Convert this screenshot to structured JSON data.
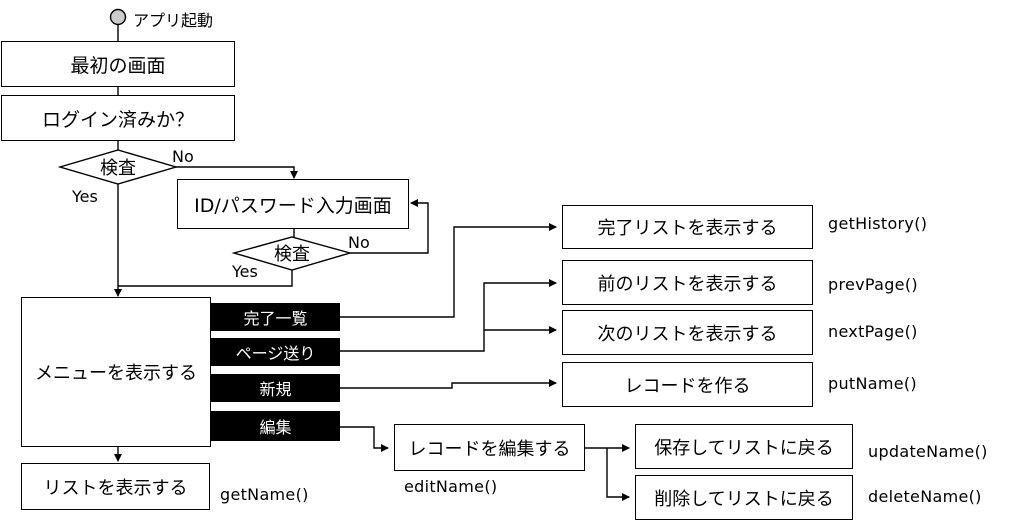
{
  "start": "アプリ起動",
  "boxes": {
    "first_screen": "最初の画面",
    "logged_in_check": "ログイン済みか？",
    "id_password_screen": "ID/パスワード入力画面",
    "show_menu": "メニューを表示する",
    "show_list": "リストを表示する",
    "show_completed": "完了リストを表示する",
    "show_prev": "前のリストを表示する",
    "show_next": "次のリストを表示する",
    "create_record": "レコードを作る",
    "edit_record": "レコードを編集する",
    "save_back": "保存してリストに戻る",
    "delete_back": "削除してリストに戻る"
  },
  "decisions": {
    "check1": "検査",
    "check2": "検査"
  },
  "branch_labels": {
    "no1": "No",
    "yes1": "Yes",
    "no2": "No",
    "yes2": "Yes"
  },
  "menu_tabs": [
    "完了一覧",
    "ページ送り",
    "新規",
    "編集"
  ],
  "functions": {
    "get_history": "getHistory()",
    "prev_page": "prevPage()",
    "next_page": "nextPage()",
    "put_name": "putName()",
    "get_name": "getName()",
    "edit_name": "editName()",
    "update_name": "updateName()",
    "delete_name": "deleteName()"
  }
}
